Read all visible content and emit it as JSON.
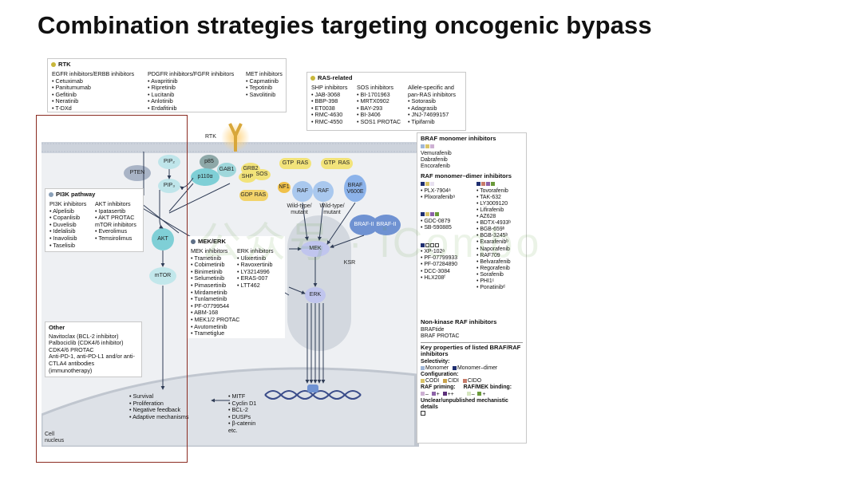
{
  "slide": {
    "title": "Combination strategies targeting oncogenic bypass"
  },
  "rtk_panel": {
    "heading": "RTK",
    "cols": [
      {
        "header": "EGFR inhibitors/ERBB inhibitors",
        "items": [
          "Cetuximab",
          "Panitumumab",
          "Gefitinib",
          "Neratinib",
          "T-DXd"
        ]
      },
      {
        "header": "PDGFR inhibitors/FGFR inhibitors",
        "items": [
          "Avapritinib",
          "Ripretinib",
          "Lucitanib",
          "Anlotinib",
          "Erdafitinib"
        ]
      },
      {
        "header": "MET inhibitors",
        "items": [
          "Capmatinib",
          "Tepotinib",
          "Savolitinib"
        ]
      }
    ]
  },
  "ras_panel": {
    "heading": "RAS-related",
    "cols": [
      {
        "header": "SHP inhibitors",
        "items": [
          "JAB-3068",
          "BBP-398",
          "ET0038",
          "RMC-4630",
          "RMC-4550"
        ]
      },
      {
        "header": "SOS inhibitors",
        "items": [
          "BI-1701963",
          "MRTX0902",
          "BAY-293",
          "BI-3406",
          "SOS1 PROTAC"
        ]
      },
      {
        "header": "Allele-specific and pan-RAS inhibitors",
        "items": [
          "Sotorasib",
          "Adagrasib",
          "JNJ-74699157",
          "Tipifarnib"
        ]
      }
    ]
  },
  "pi3k_panel": {
    "heading": "PI3K pathway",
    "cols": [
      {
        "header": "PI3K inhibitors",
        "items": [
          "Alpelisib",
          "Copanlisib",
          "Duvelisib",
          "Idelalisib",
          "Inavolisib",
          "Taselisib"
        ]
      },
      {
        "header": "AKT inhibitors",
        "items": [
          "Ipatasertib",
          "AKT PROTAC"
        ]
      },
      {
        "header": "mTOR inhibitors",
        "items": [
          "Everolimus",
          "Temsirolimus"
        ]
      }
    ]
  },
  "mek_panel": {
    "heading": "MEK/ERK",
    "cols": [
      {
        "header": "MEK inhibitors",
        "items": [
          "Trametinib",
          "Cobimetinib",
          "Binimetinib",
          "Selumetinib",
          "Pimasertinib",
          "Mirdametinib",
          "Tunlametinib",
          "PF-07799544",
          "ABM-168",
          "MEK1/2 PROTAC",
          "Avutometinib",
          "Trametiglue"
        ]
      },
      {
        "header": "ERK inhibitors",
        "items": [
          "Ulixertinib",
          "Ravoxertinib",
          "LY3214996",
          "ERAS-007",
          "LTT462"
        ]
      }
    ]
  },
  "other_panel": {
    "heading": "Other",
    "items": [
      "Navitoclax (BCL-2 inhibitor)",
      "Palbociclib (CDK4/6 inhibitor)",
      "CDK4/6 PROTAC",
      "Anti-PD-1, anti-PD-L1 and/or anti-CTLA4 antibodies (immunotherapy)"
    ]
  },
  "nodes": {
    "rtk": "RTK",
    "pten": "PTEN",
    "pip2": "PIP₂",
    "pip3": "PIP₃",
    "p85": "p85",
    "p110a": "p110α",
    "gab1": "GAB1",
    "grb2": "GRB2",
    "shp": "SHP",
    "sos": "SOS",
    "gtp1": "GTP",
    "ras1": "RAS",
    "gtp2": "GTP",
    "ras2": "RAS",
    "gdp": "GDP",
    "ras3": "RAS",
    "nf1": "NF1",
    "raf1": "RAF",
    "raf2": "RAF",
    "braf_v600e": "BRAF V600E",
    "wt1": "Wild-type/ mutant",
    "wt2": "Wild-type/ mutant",
    "brafii_a": "BRAF-II",
    "brafii_b": "BRAF-II",
    "akt": "AKT",
    "mtor": "mTOR",
    "mek": "MEK",
    "erk": "ERK",
    "ksr": "KSR",
    "p": "P"
  },
  "nucleus": {
    "outcomes": [
      "Survival",
      "Proliferation",
      "Negative feedback",
      "Adaptive mechanisms"
    ],
    "targets": [
      "MITF",
      "Cyclin D1",
      "BCL-2",
      "DUSPs",
      "β-catenin",
      "etc."
    ],
    "label": "Cell nucleus"
  },
  "braf_panel": {
    "monomer_heading": "BRAF monomer inhibitors",
    "monomer_items": [
      "Vemurafenib",
      "Dabrafenib",
      "Encorafenib"
    ],
    "dimer_heading": "RAF monomer–dimer inhibitors",
    "dimer_left_a": [
      "PLX-7904ᵃ",
      "Plixorafenibᵃ"
    ],
    "dimer_left_b": [
      "GDC-0879",
      "SB-590885"
    ],
    "dimer_left_c": [
      "XP-102ᵃ",
      "PF-07799933",
      "PF-07284890",
      "DCC-3084",
      "HLX208ᶠ"
    ],
    "dimer_right": [
      "Tovorafenib",
      "TAK-632",
      "LY3009120",
      "Lifirafenib",
      "AZ628",
      "BDTX-4933ᵇ",
      "BGB-659ᵇ",
      "BGB-3245ᵇ",
      "Exarafenibᵇ",
      "Naporafenib",
      "RAF709",
      "Belvarafenib",
      "Regorafenib",
      "Sorafenib",
      "PHI1ᶜ",
      "Ponatinibᵈ"
    ],
    "nonkinase_heading": "Non-kinase RAF inhibitors",
    "nonkinase_items": [
      "BRAFtide",
      "BRAF PROTAC"
    ],
    "key_heading": "Key properties of listed BRAF/RAF inhibitors",
    "selectivity_label": "Selectivity:",
    "sel_monomer": "Monomer",
    "sel_dimer": "Monomer–dimer",
    "config_label": "Configuration:",
    "config_items": [
      "CODI",
      "CIDI",
      "CIDO"
    ],
    "priming_label": "RAF priming:",
    "priming_items": [
      "–",
      "+",
      "++"
    ],
    "binding_label": "RAF/MEK binding:",
    "binding_items": [
      "–",
      "+"
    ],
    "unclear_label": "Unclear/unpublished mechanistic details"
  },
  "watermark": "公众号 · iCombo",
  "colors": {
    "rtk_dot": "#c8b73a",
    "ras_dot": "#c8b73a",
    "pi3k_dot": "#8aa0b8",
    "mek_dot": "#5e6f86",
    "membrane": "#c9cfd8",
    "nucleus": "#d9dde3",
    "teal": "#8fd3d8",
    "yellow": "#f2e37a",
    "lavender": "#b7bde6",
    "frame": "#8b2c22"
  }
}
